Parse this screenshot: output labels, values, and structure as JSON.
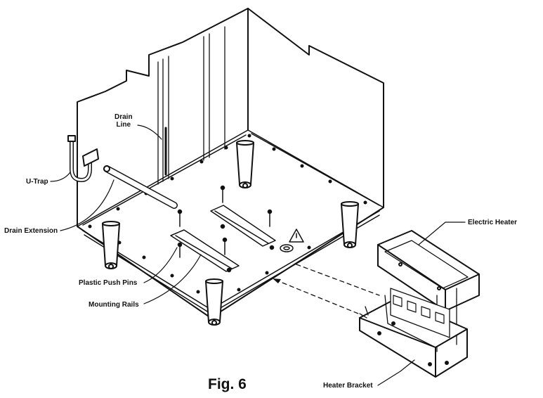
{
  "caption": "Fig. 6",
  "labels": {
    "drain_line_1": "Drain",
    "drain_line_2": "Line",
    "u_trap": "U-Trap",
    "drain_extension": "Drain Extension",
    "electric_heater": "Electric Heater",
    "plastic_push_pins": "Plastic Push Pins",
    "mounting_rails": "Mounting Rails",
    "heater_bracket": "Heater Bracket"
  },
  "colors": {
    "ink": "#111111",
    "paper": "#ffffff"
  }
}
